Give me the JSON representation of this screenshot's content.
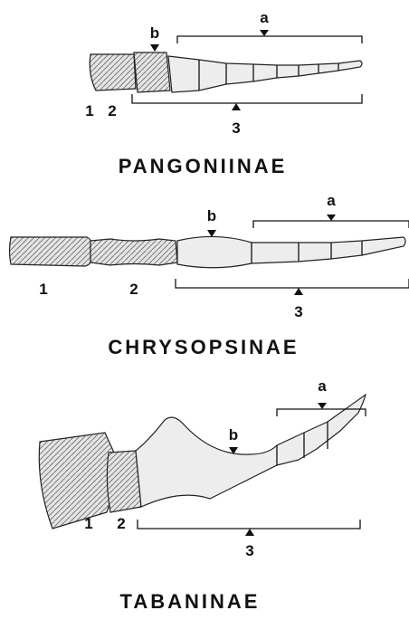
{
  "panels": [
    {
      "id": "pangoniinae",
      "title": "PANGONIINAE",
      "labels": {
        "a": "a",
        "b": "b",
        "seg1": "1",
        "seg2": "2",
        "seg3": "3"
      }
    },
    {
      "id": "chrysopsinae",
      "title": "CHRYSOPSINAE",
      "labels": {
        "a": "a",
        "b": "b",
        "seg1": "1",
        "seg2": "2",
        "seg3": "3"
      }
    },
    {
      "id": "tabaninae",
      "title": "TABANINAE",
      "labels": {
        "a": "a",
        "b": "b",
        "seg1": "1",
        "seg2": "2",
        "seg3": "3"
      }
    }
  ],
  "colors": {
    "ink": "#111111",
    "fill": "#ededed",
    "background": "#ffffff"
  }
}
